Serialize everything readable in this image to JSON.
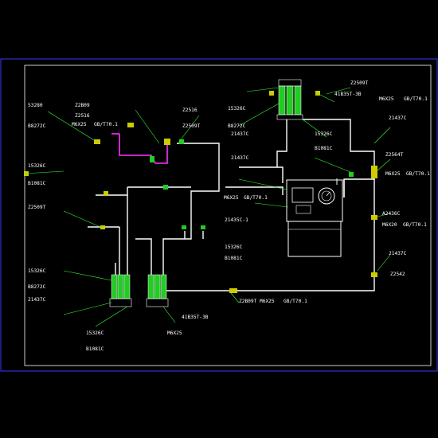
{
  "colors": {
    "background": "#000000",
    "frame": "#3a3aff",
    "pipe": "#ffffff",
    "pipe_magenta": "#ff33ff",
    "code_text": "#ffffff",
    "cyan_text": "#00ffff",
    "green_text": "#33ff33",
    "red_text": "#ff3333",
    "yellow_text": "#ffff33",
    "component_green": "#22cc22",
    "component_yellow": "#cccc00"
  },
  "labels": {
    "top_left_code1": "53280",
    "top_left_code2": "B8272C",
    "top_left_code3": "M6X25",
    "top_left_code4": "GB/T70.1",
    "top_mid_code1": "Z2B09",
    "top_mid_code2": "Z2516",
    "top_mid_code3": "Z2516",
    "top_mid_code4": "Z2509T",
    "top_mid_code5": "15326C",
    "top_mid_code6": "B8272C",
    "top_mid_code7": "21437C",
    "top_mid_code8": "21437C",
    "top_right_code1": "Z2509T",
    "top_right_code2": "41B35T-3B",
    "top_right_code3": "M6X25",
    "top_right_code4": "GB/T70.1",
    "top_right_code5": "15326C",
    "top_right_code6": "B1081C",
    "right_code1": "21437C",
    "right_code2": "Z2564T",
    "right_code3": "M6X25",
    "right_code4": "GB/T70.1",
    "right_code5": "A2436C",
    "right_code6": "M6X20",
    "right_code7": "GB/T70.1",
    "right_code8": "21437C",
    "right_code9": "Z2542",
    "left_code1": "15326C",
    "left_code2": "B1081C",
    "left_code3": "Z2509T",
    "left_code4": "15326C",
    "left_code5": "B8272C",
    "left_code6": "21437C",
    "mid_code1": "M6X25",
    "mid_code2": "GB/T70.1",
    "pump_code1": "21435C-1",
    "pump_code2": "15326C",
    "pump_code3": "B1081C",
    "bottom_code1": "Z2B09T",
    "bottom_code2": "M6X25",
    "bottom_code3": "GB/T70.1",
    "bottom_code4": "41B35T-3B",
    "bottom_code5": "15326C",
    "bottom_code6": "B1081C",
    "bottom_code7": "M6X25"
  }
}
